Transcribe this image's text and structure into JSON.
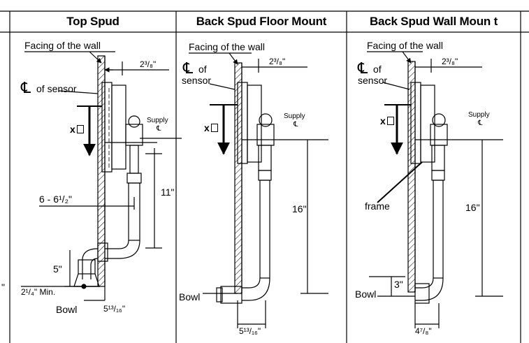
{
  "headers": {
    "col1": "Top Spud",
    "col2": "Back Spud  Floor Mount",
    "col3": "Back Spud  Wall Moun t"
  },
  "common": {
    "facing": "Facing of the wall",
    "centerline": "℄",
    "x_label": "x",
    "supply": "Supply",
    "bowl": "Bowl"
  },
  "panel1": {
    "offset": "2³/₈\"",
    "sensor": "of sensor",
    "dim_11": "11\"",
    "dim_6": "6 - 6¹/₂\"",
    "dim_5": "5\"",
    "dim_min": "2¹/₄\" Min.",
    "dim_bottom": "5¹³/₁₆\""
  },
  "panel2": {
    "offset": "2³/₈\"",
    "of": "of",
    "sensor": "sensor",
    "dim_16": "16\"",
    "dim_bottom": "5¹³/₁₆\""
  },
  "panel3": {
    "offset": "2³/₈\"",
    "of": "of",
    "sensor": "sensor",
    "frame": "frame",
    "dim_16": "16\"",
    "dim_3": "3\"",
    "dim_bottom": "4⁷/₈\""
  },
  "edge_mark": "\""
}
